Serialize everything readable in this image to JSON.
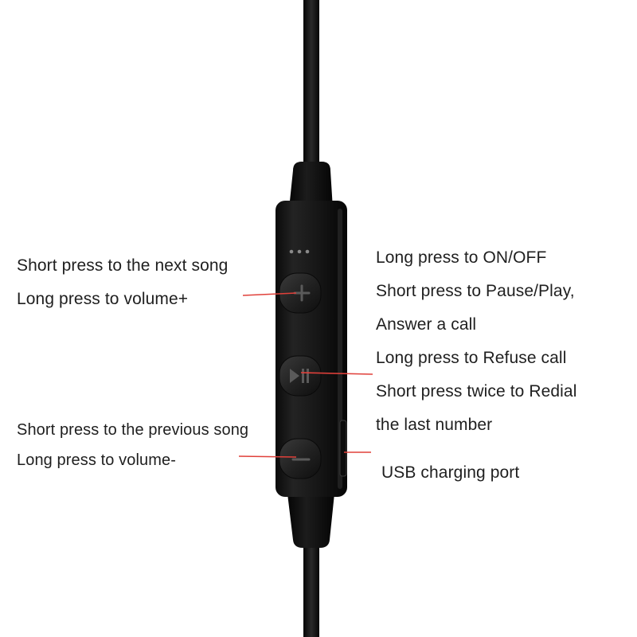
{
  "labels": {
    "next_song_short": "Short press to the next song",
    "next_song_long": "Long press to volume+",
    "prev_song_short": "Short press to the previous song",
    "prev_song_long": "Long press to volume-",
    "power_long": "Long press to ON/OFF",
    "play_short": "Short press to Pause/Play,",
    "answer_call": "Answer a call",
    "refuse_long": "Long press to Refuse call",
    "redial_short": "Short press twice to Redial",
    "redial_last": "the last number",
    "usb_port": "USB charging port"
  },
  "colors": {
    "leader_line": "#e0403a",
    "device_body": "#141414",
    "background": "#ffffff"
  },
  "icons": {
    "plus_button": "plus-icon",
    "play_pause_button": "play-pause-icon",
    "minus_button": "minus-icon",
    "indicator": "led-dots-icon"
  }
}
